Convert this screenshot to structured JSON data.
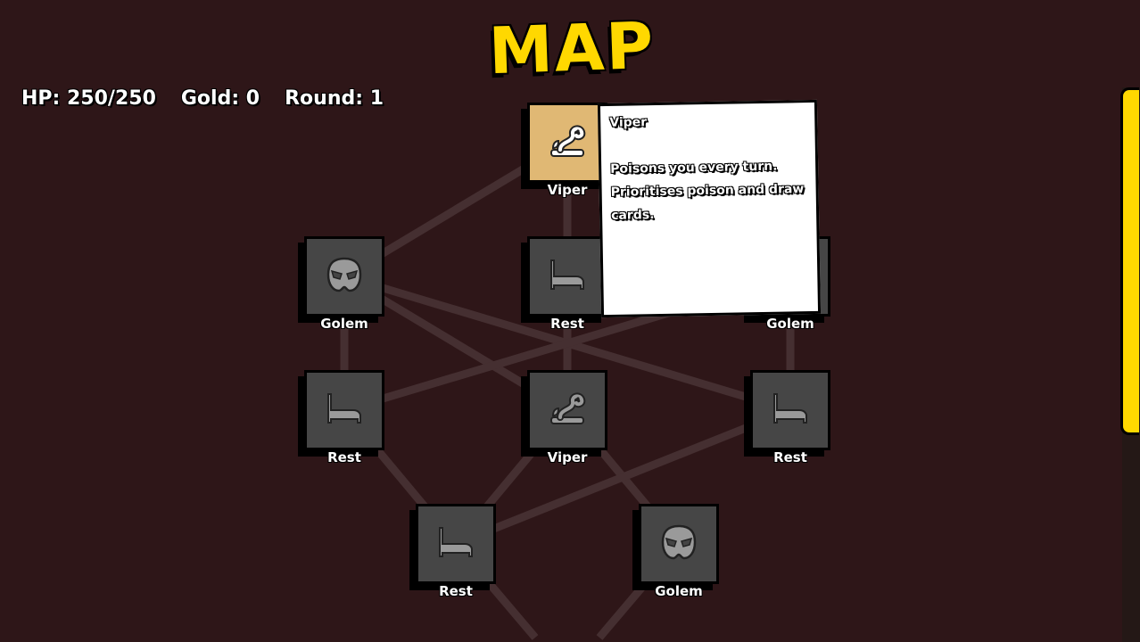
{
  "title": "MAP",
  "stats": {
    "hp": "HP: 250/250",
    "gold": "Gold: 0",
    "round": "Round: 1"
  },
  "nodes": [
    {
      "label": "Viper",
      "icon": "snake-icon",
      "active": true
    },
    {
      "label": "Golem",
      "icon": "mask-icon"
    },
    {
      "label": "Rest",
      "icon": "bed-icon"
    },
    {
      "label": "Golem",
      "icon": "mask-icon"
    },
    {
      "label": "Rest",
      "icon": "bed-icon"
    },
    {
      "label": "Viper",
      "icon": "snake-icon"
    },
    {
      "label": "Rest",
      "icon": "bed-icon"
    },
    {
      "label": "Rest",
      "icon": "bed-icon"
    },
    {
      "label": "Golem",
      "icon": "mask-icon"
    }
  ],
  "tooltip": {
    "title": "Viper",
    "description": "Poisons you every turn. Prioritises poison and draw cards."
  },
  "colors": {
    "accent": "#ffd800",
    "background": "#2e1618",
    "tile": "#464646",
    "active_tile": "#e0b874"
  }
}
